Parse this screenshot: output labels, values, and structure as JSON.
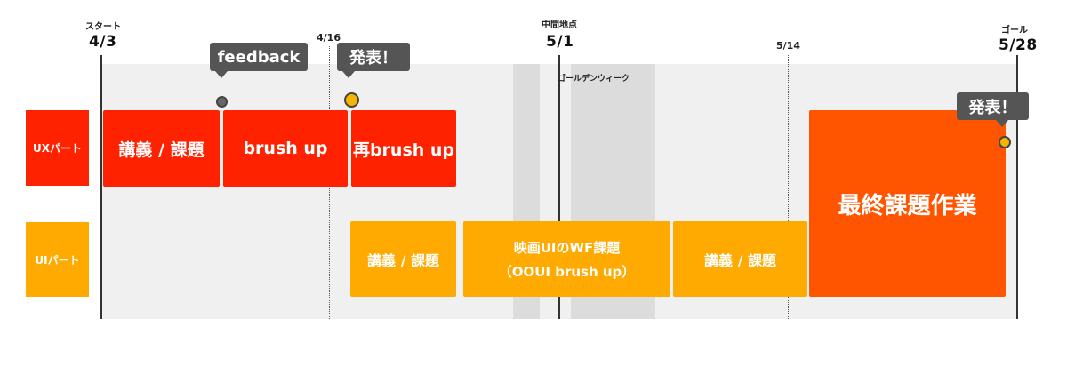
{
  "milestones": {
    "start": {
      "name": "スタート",
      "date": "4/3"
    },
    "apr16": {
      "date": "4/16"
    },
    "mid": {
      "name": "中間地点",
      "date": "5/1"
    },
    "may14": {
      "date": "5/14"
    },
    "goal": {
      "name": "ゴール",
      "date": "5/28"
    }
  },
  "golden_week": "ゴールデンウィーク",
  "rows": {
    "ux": {
      "label": "UXパート"
    },
    "ui": {
      "label": "UIパート"
    }
  },
  "tasks": {
    "ux_lecture": "講義 / 課題",
    "ux_brushup": "brush up",
    "ux_rebrushup": "再brush up",
    "ui_lecture1": "講義 / 課題",
    "ui_movie_line1": "映画UIのWF課題",
    "ui_movie_line2": "（OOUI brush up）",
    "ui_lecture2": "講義 / 課題",
    "final": "最終課題作業"
  },
  "callouts": {
    "feedback": "feedback",
    "present1": "発表！",
    "present2": "発表！"
  },
  "colors": {
    "ux_red": "#ff2200",
    "ui_yellow": "#ffaa00",
    "final_orange": "#ff5500",
    "callout_grey": "#555555"
  }
}
